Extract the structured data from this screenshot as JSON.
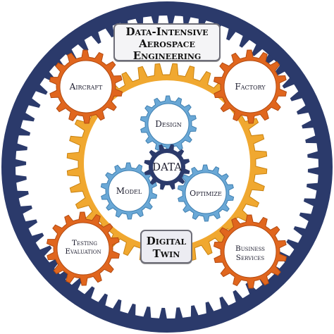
{
  "title": {
    "line1": "Data-Intensive",
    "line2": "Aerospace",
    "line3": "Engineering"
  },
  "center": {
    "label": "DATA"
  },
  "inner_gears": {
    "design": "Design",
    "model": "Model",
    "optimize": "Optimize"
  },
  "outer_gears": {
    "aircraft": "Aircraft",
    "factory": "Factory",
    "testing": {
      "line1": "Testing",
      "line2": "Evaluation"
    },
    "business": {
      "line1": "Business",
      "line2": "Services"
    }
  },
  "twin": {
    "line1": "Digital",
    "line2": "Twin"
  },
  "colors": {
    "ring": "#2b3a6b",
    "middle_gear": "#f0a830",
    "outer_gears": "#e0661e",
    "inner_gears": "#6aa8d6",
    "center_gear": "#2b3a6b",
    "gear_face": "#ffffff"
  }
}
